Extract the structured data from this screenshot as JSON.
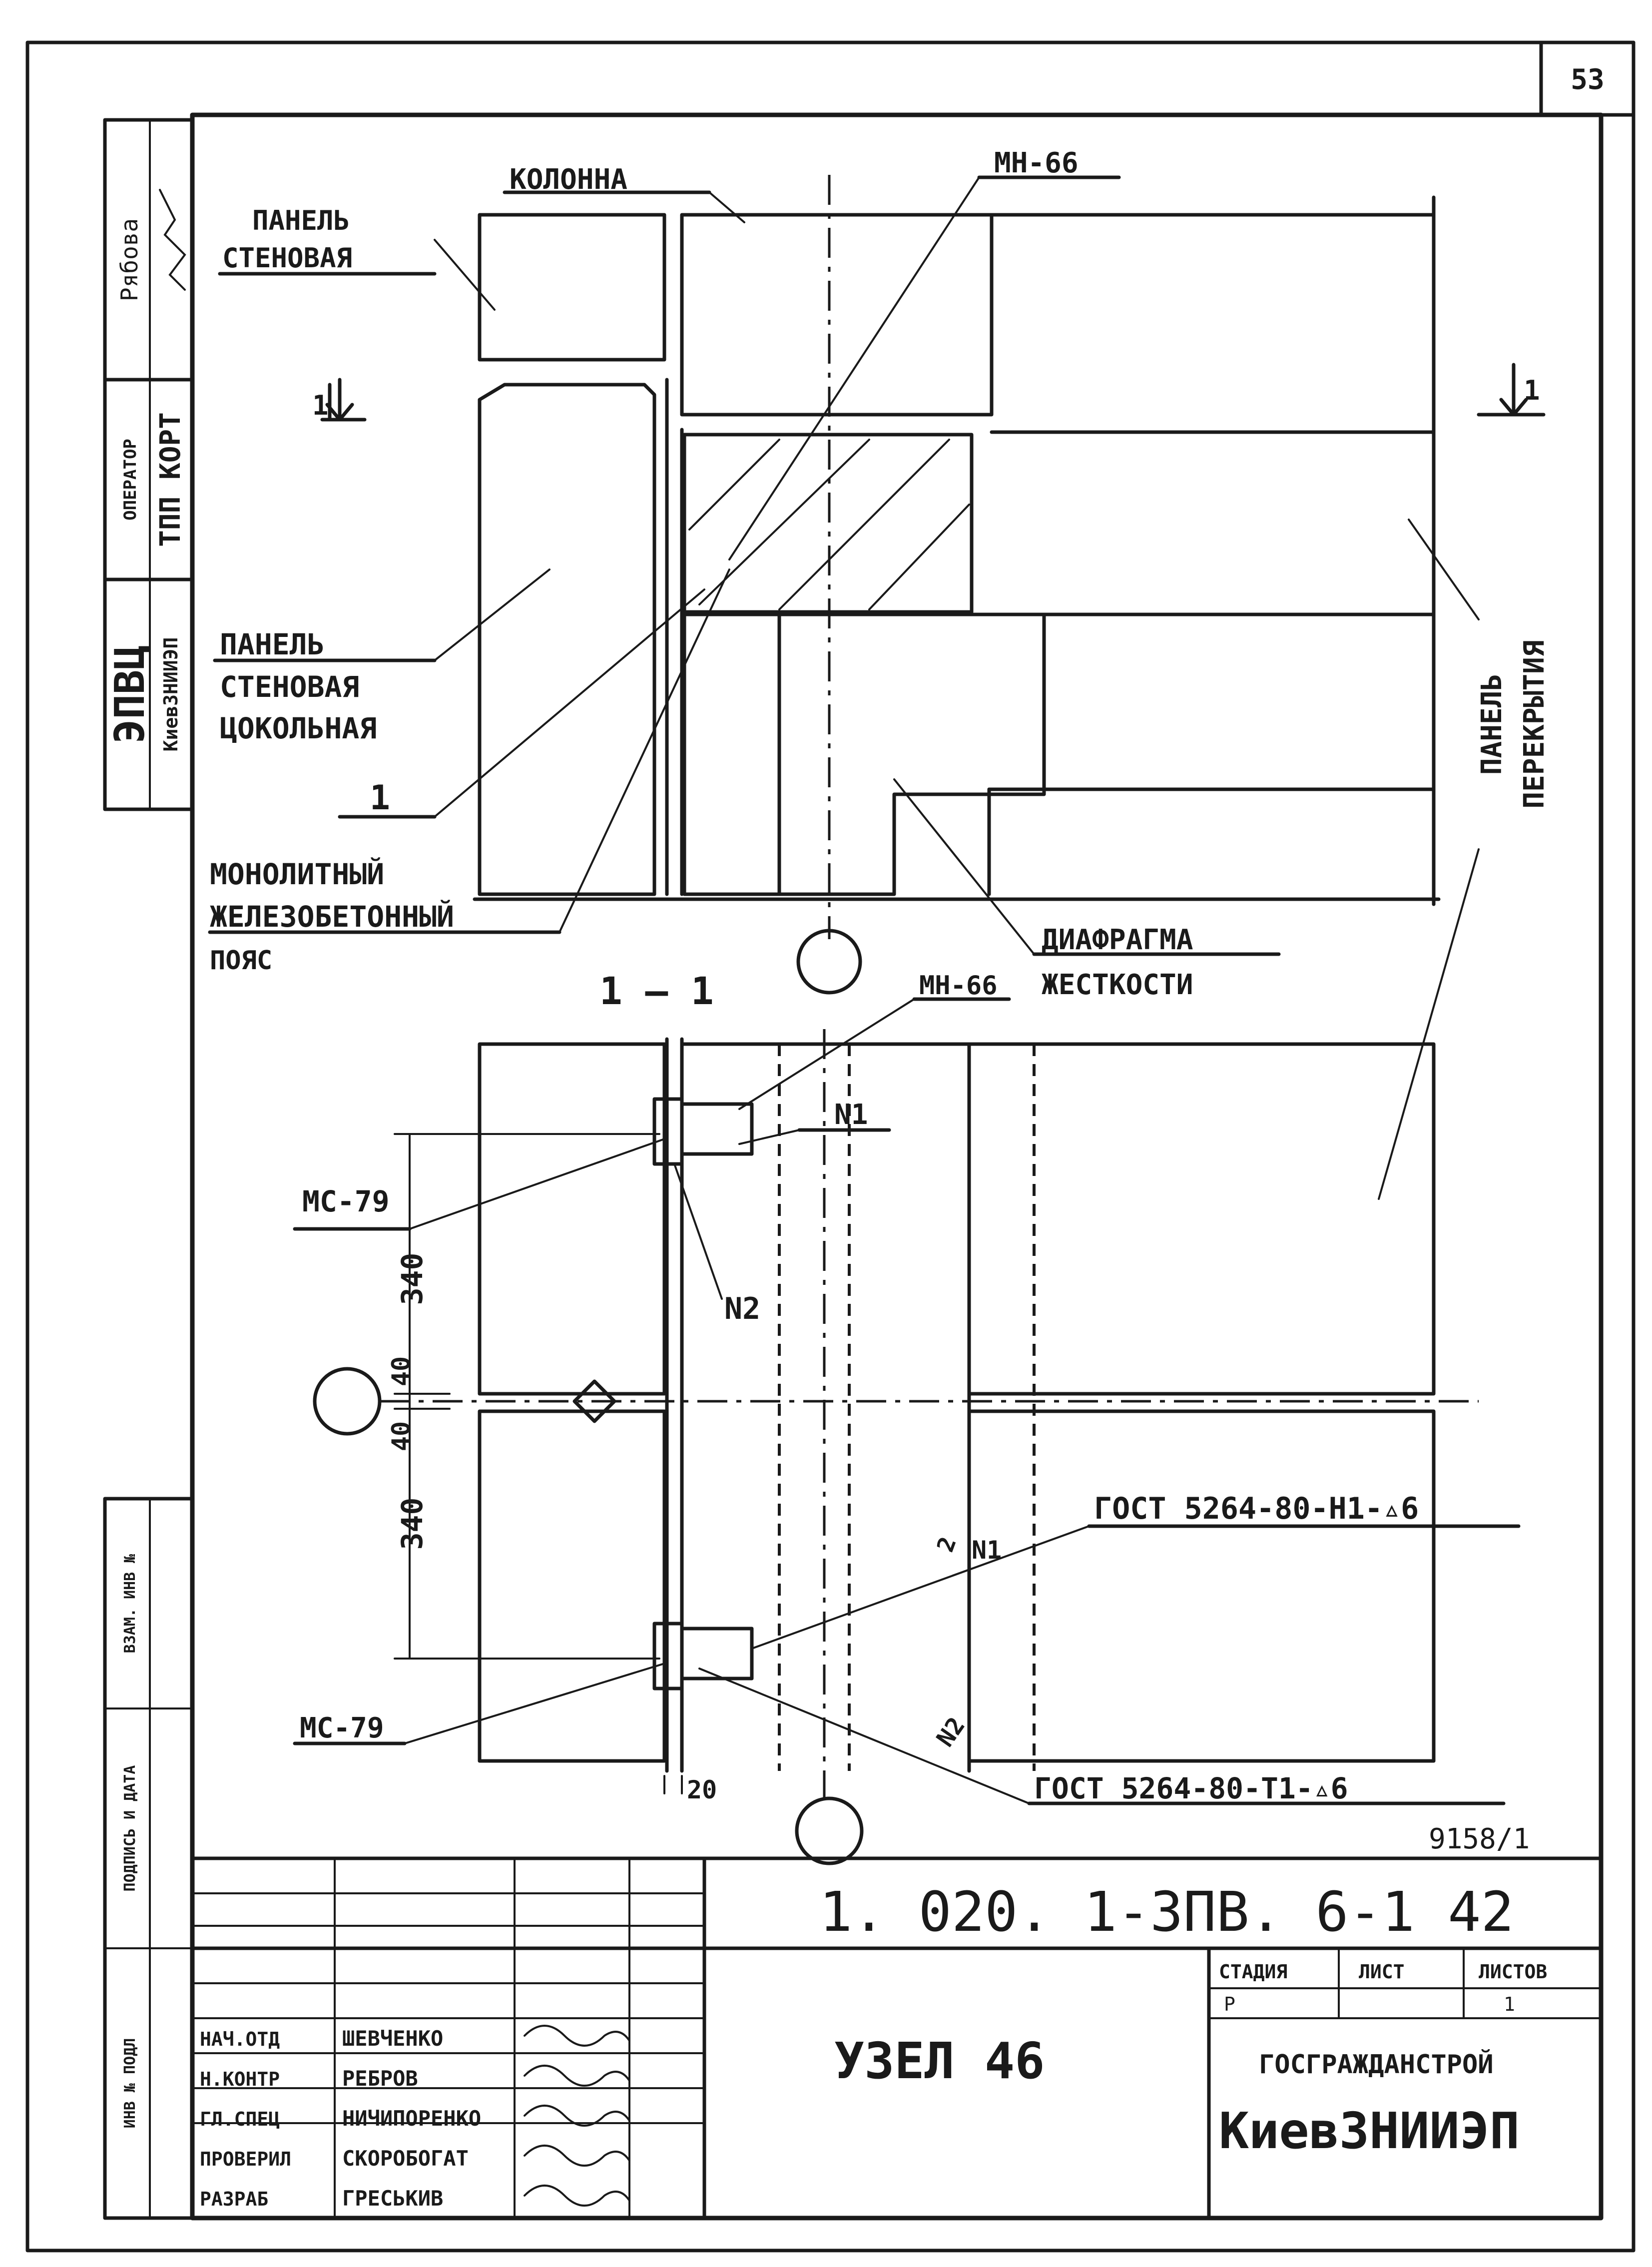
{
  "sheet": {
    "page_number": "53",
    "side_stamps": {
      "author_label": "Рябова",
      "operator_label": "ОПЕРАТОР",
      "operator_value": "ТПП КОРТ",
      "org_main": "ЭПВЦ",
      "org_sub": "КиевЗНИИЭП",
      "inv_podl": "ИНВ № ПОДЛ",
      "podpis_data": "ПОДПИСЬ И ДАТА",
      "vzam_inv": "ВЗАМ. ИНВ №"
    },
    "labels": {
      "kolonna": "КОЛОННА",
      "mn66_top": "МН-66",
      "panel_wall_1": "ПАНЕЛЬ",
      "panel_wall_2": "СТЕНОВАЯ",
      "panel_plinth_1": "ПАНЕЛЬ",
      "panel_plinth_2": "СТЕНОВАЯ",
      "panel_plinth_3": "ЦОКОЛЬНАЯ",
      "callout_1": "1",
      "monolith_1": "МОНОЛИТНЫЙ",
      "monolith_2": "ЖЕЛЕЗОБЕТОННЫЙ",
      "monolith_3": "ПОЯС",
      "diaphragm_1": "ДИАФРАГМА",
      "diaphragm_2": "ЖЕСТКОСТИ",
      "floor_panel_1": "ПАНЕЛЬ",
      "floor_panel_2": "ПЕРЕКРЫТИЯ",
      "section_mark_left": "1",
      "section_mark_right": "1",
      "section_title": "1 — 1",
      "mn66_section": "МН-66",
      "n1_top": "N1",
      "n2_top": "N2",
      "mc79_top": "МС-79",
      "mc79_bottom": "МС-79",
      "dim_340_top": "340",
      "dim_40_a": "40",
      "dim_40_b": "40",
      "dim_340_bottom": "340",
      "dim_20": "20",
      "n1_bottom": "N1",
      "n1_bottom_qty": "2",
      "n2_bottom": "N2",
      "gost_1": "ГОСТ 5264-80-Н1-▵6",
      "gost_2": "ГОСТ 5264-80-Т1-▵6",
      "archive_no": "9158/1"
    },
    "title_block": {
      "designation": "1. 020. 1-3ПВ. 6-1 42",
      "node_title": "УЗЕЛ 46",
      "stage_header": "СТАДИЯ",
      "sheet_header": "ЛИСТ",
      "sheets_header": "ЛИСТОВ",
      "stage_value": "Р",
      "sheets_value": "1",
      "org_top": "ГОСГРАЖДАНСТРОЙ",
      "org_bottom": "КиевЗНИИЭП",
      "signatures": [
        {
          "role": "НАЧ.ОТД",
          "name": "ШЕВЧЕНКО"
        },
        {
          "role": "Н.КОНТР",
          "name": "РЕБРОВ"
        },
        {
          "role": "ГЛ.СПЕЦ",
          "name": "НИЧИПОРЕНКО"
        },
        {
          "role": "ПРОВЕРИЛ",
          "name": "СКОРОБОГАТ"
        },
        {
          "role": "РАЗРАБ",
          "name": "ГРЕСЬКИВ"
        }
      ]
    }
  }
}
